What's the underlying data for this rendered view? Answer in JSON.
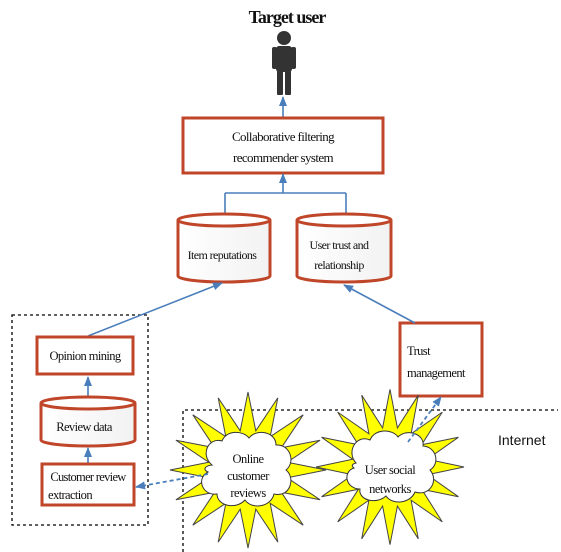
{
  "title": "Target user",
  "nodes": {
    "cf": {
      "line1": "Collaborative filtering",
      "line2": "recommender system"
    },
    "item_reputations": "Item reputations",
    "user_trust": {
      "line1": "User trust and",
      "line2": "relationship"
    },
    "opinion_mining": "Opinion mining",
    "review_data": "Review data",
    "customer_review": {
      "line1": "Customer review",
      "line2": "extraction"
    },
    "trust_management": {
      "line1": "Trust",
      "line2": "management"
    },
    "online_reviews": {
      "line1": "Online",
      "line2": "customer",
      "line3": "reviews"
    },
    "user_social": {
      "line1": "User social",
      "line2": "networks"
    }
  },
  "internet_label": "Internet",
  "colors": {
    "box_border": "#c0462a",
    "arrow": "#4a7ebb",
    "burst": "#ffff00",
    "person": "#333333"
  }
}
